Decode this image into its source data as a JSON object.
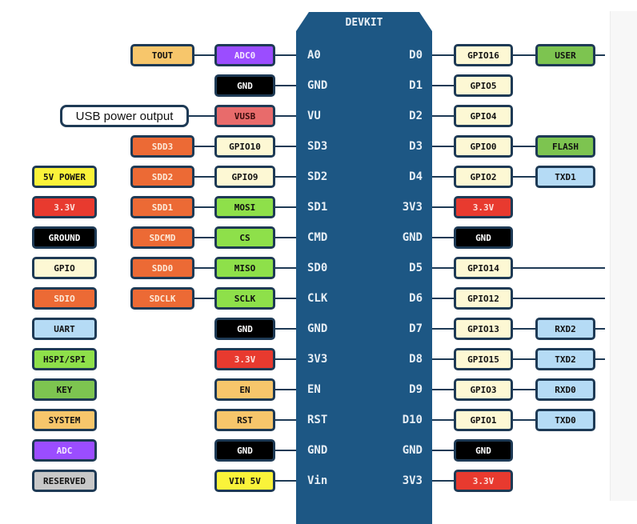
{
  "chip": {
    "title": "DEVKIT"
  },
  "colors": {
    "system": {
      "bg": "#f7c66b",
      "fg": "#111"
    },
    "adc": {
      "bg": "#9b4dff",
      "fg": "#f3e6ff"
    },
    "ground": {
      "bg": "#000000",
      "fg": "#fff"
    },
    "vusb": {
      "bg": "#e86b6b",
      "fg": "#3a0d0d"
    },
    "note": {
      "bg": "#ffffff",
      "fg": "#111"
    },
    "sdio": {
      "bg": "#ec6a35",
      "fg": "#fde9d8"
    },
    "gpio": {
      "bg": "#fdf8d4",
      "fg": "#111"
    },
    "spi": {
      "bg": "#8ee04a",
      "fg": "#111"
    },
    "power33": {
      "bg": "#e83a2f",
      "fg": "#fde0dc"
    },
    "power5": {
      "bg": "#faf33a",
      "fg": "#111"
    },
    "key": {
      "bg": "#7dc450",
      "fg": "#111"
    },
    "uart": {
      "bg": "#b5dbf5",
      "fg": "#111"
    },
    "reserved": {
      "bg": "#c8c8c8",
      "fg": "#111"
    }
  },
  "left_pins": [
    {
      "pin": "A0",
      "inner": {
        "label": "ADC0",
        "type": "adc"
      },
      "outer": {
        "label": "TOUT",
        "type": "system"
      }
    },
    {
      "pin": "GND",
      "inner": {
        "label": "GND",
        "type": "ground"
      }
    },
    {
      "pin": "VU",
      "inner": {
        "label": "VUSB",
        "type": "vusb"
      },
      "outer": {
        "label": "USB power output",
        "type": "note"
      }
    },
    {
      "pin": "SD3",
      "inner": {
        "label": "GPIO10",
        "type": "gpio"
      },
      "outer": {
        "label": "SDD3",
        "type": "sdio"
      }
    },
    {
      "pin": "SD2",
      "inner": {
        "label": "GPIO9",
        "type": "gpio"
      },
      "outer": {
        "label": "SDD2",
        "type": "sdio"
      }
    },
    {
      "pin": "SD1",
      "inner": {
        "label": "MOSI",
        "type": "spi"
      },
      "outer": {
        "label": "SDD1",
        "type": "sdio"
      }
    },
    {
      "pin": "CMD",
      "inner": {
        "label": "CS",
        "type": "spi"
      },
      "outer": {
        "label": "SDCMD",
        "type": "sdio"
      }
    },
    {
      "pin": "SD0",
      "inner": {
        "label": "MISO",
        "type": "spi"
      },
      "outer": {
        "label": "SDD0",
        "type": "sdio"
      }
    },
    {
      "pin": "CLK",
      "inner": {
        "label": "SCLK",
        "type": "spi"
      },
      "outer": {
        "label": "SDCLK",
        "type": "sdio"
      }
    },
    {
      "pin": "GND",
      "inner": {
        "label": "GND",
        "type": "ground"
      }
    },
    {
      "pin": "3V3",
      "inner": {
        "label": "3.3V",
        "type": "power33"
      }
    },
    {
      "pin": "EN",
      "inner": {
        "label": "EN",
        "type": "system"
      }
    },
    {
      "pin": "RST",
      "inner": {
        "label": "RST",
        "type": "system"
      }
    },
    {
      "pin": "GND",
      "inner": {
        "label": "GND",
        "type": "ground"
      }
    },
    {
      "pin": "Vin",
      "inner": {
        "label": "VIN 5V",
        "type": "power5"
      }
    }
  ],
  "right_pins": [
    {
      "pin": "D0",
      "inner": {
        "label": "GPIO16",
        "type": "gpio"
      },
      "outer": {
        "label": "USER",
        "type": "key"
      },
      "continues": true
    },
    {
      "pin": "D1",
      "inner": {
        "label": "GPIO5",
        "type": "gpio"
      }
    },
    {
      "pin": "D2",
      "inner": {
        "label": "GPIO4",
        "type": "gpio"
      }
    },
    {
      "pin": "D3",
      "inner": {
        "label": "GPIO0",
        "type": "gpio"
      },
      "outer": {
        "label": "FLASH",
        "type": "key"
      }
    },
    {
      "pin": "D4",
      "inner": {
        "label": "GPIO2",
        "type": "gpio"
      },
      "outer": {
        "label": "TXD1",
        "type": "uart"
      }
    },
    {
      "pin": "3V3",
      "inner": {
        "label": "3.3V",
        "type": "power33"
      }
    },
    {
      "pin": "GND",
      "inner": {
        "label": "GND",
        "type": "ground"
      }
    },
    {
      "pin": "D5",
      "inner": {
        "label": "GPIO14",
        "type": "gpio"
      },
      "continues": true
    },
    {
      "pin": "D6",
      "inner": {
        "label": "GPIO12",
        "type": "gpio"
      },
      "continues": true
    },
    {
      "pin": "D7",
      "inner": {
        "label": "GPIO13",
        "type": "gpio"
      },
      "outer": {
        "label": "RXD2",
        "type": "uart"
      },
      "continues": true
    },
    {
      "pin": "D8",
      "inner": {
        "label": "GPIO15",
        "type": "gpio"
      },
      "outer": {
        "label": "TXD2",
        "type": "uart"
      },
      "continues": true
    },
    {
      "pin": "D9",
      "inner": {
        "label": "GPIO3",
        "type": "gpio"
      },
      "outer": {
        "label": "RXD0",
        "type": "uart"
      }
    },
    {
      "pin": "D10",
      "inner": {
        "label": "GPIO1",
        "type": "gpio"
      },
      "outer": {
        "label": "TXD0",
        "type": "uart"
      }
    },
    {
      "pin": "GND",
      "inner": {
        "label": "GND",
        "type": "ground"
      }
    },
    {
      "pin": "3V3",
      "inner": {
        "label": "3.3V",
        "type": "power33"
      }
    }
  ],
  "legend": [
    {
      "label": "5V POWER",
      "type": "power5"
    },
    {
      "label": "3.3V",
      "type": "power33"
    },
    {
      "label": "GROUND",
      "type": "ground"
    },
    {
      "label": "GPIO",
      "type": "gpio"
    },
    {
      "label": "SDIO",
      "type": "sdio"
    },
    {
      "label": "UART",
      "type": "uart"
    },
    {
      "label": "HSPI/SPI",
      "type": "spi"
    },
    {
      "label": "KEY",
      "type": "key"
    },
    {
      "label": "SYSTEM",
      "type": "system"
    },
    {
      "label": "ADC",
      "type": "adc"
    },
    {
      "label": "RESERVED",
      "type": "reserved"
    }
  ]
}
